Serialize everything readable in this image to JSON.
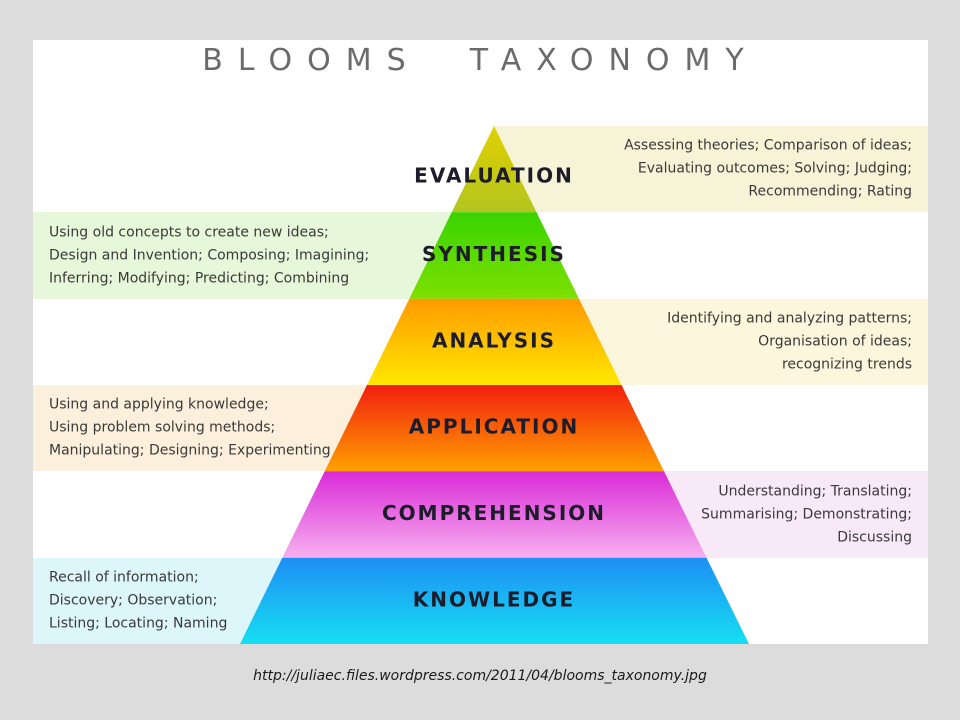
{
  "title": "BLOOMS  TAXONOMY",
  "caption": "http://juliaec.files.wordpress.com/2011/04/blooms_taxonomy.jpg",
  "levels": [
    {
      "label": "EVALUATION",
      "side": "right",
      "band_color": "#f6f3d6",
      "tier_color_top": "#e0d000",
      "tier_color_bottom": "#b3c51f",
      "description": [
        "Assessing theories; Comparison of ideas;",
        "Evaluating outcomes; Solving; Judging;",
        "Recommending; Rating"
      ]
    },
    {
      "label": "SYNTHESIS",
      "side": "left",
      "band_color": "#e7f7d9",
      "tier_color_top": "#39d400",
      "tier_color_bottom": "#7ee000",
      "description": [
        "Using old concepts to create new ideas;",
        "Design and Invention; Composing; Imagining;",
        "Inferring; Modifying; Predicting; Combining"
      ]
    },
    {
      "label": "ANALYSIS",
      "side": "right",
      "band_color": "#fcf6dc",
      "tier_color_top": "#ff9a00",
      "tier_color_bottom": "#ffe800",
      "description": [
        "Identifying and analyzing patterns;",
        "Organisation of ideas;",
        "recognizing trends"
      ]
    },
    {
      "label": "APPLICATION",
      "side": "left",
      "band_color": "#fcefdc",
      "tier_color_top": "#f21f0f",
      "tier_color_bottom": "#ffa000",
      "description": [
        "Using and applying knowledge;",
        "Using problem solving methods;",
        "Manipulating; Designing; Experimenting"
      ]
    },
    {
      "label": "COMPREHENSION",
      "side": "right",
      "band_color": "#f8e9f8",
      "tier_color_top": "#d92ad6",
      "tier_color_bottom": "#f7b0f0",
      "description": [
        "Understanding; Translating;",
        "Summarising; Demonstrating;",
        "Discussing"
      ]
    },
    {
      "label": "KNOWLEDGE",
      "side": "left",
      "band_color": "#dcf6fa",
      "tier_color_top": "#1e8ef5",
      "tier_color_bottom": "#16dff2",
      "description": [
        "Recall of information;",
        "Discovery; Observation;",
        "Listing; Locating; Naming"
      ]
    }
  ]
}
